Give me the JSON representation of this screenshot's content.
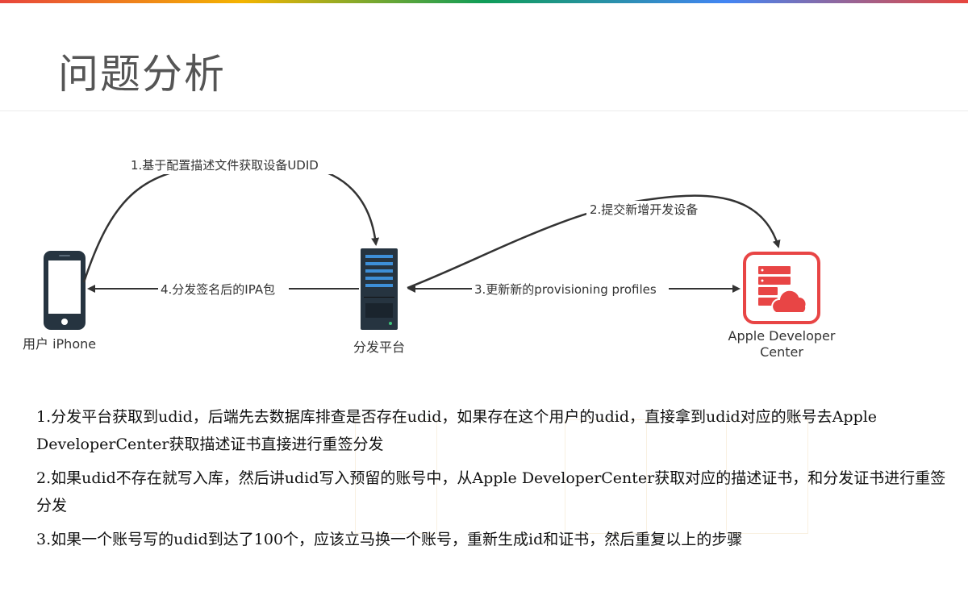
{
  "title": "问题分析",
  "diagram": {
    "nodes": {
      "iphone": {
        "label": "用户 iPhone"
      },
      "platform": {
        "label": "分发平台"
      },
      "apple": {
        "label_line1": "Apple Developer",
        "label_line2": "Center"
      }
    },
    "edges": {
      "e1": "1.基于配置描述文件获取设备UDID",
      "e2": "2.提交新增开发设备",
      "e3": "3.更新新的provisioning profiles",
      "e4": "4.分发签名后的IPA包"
    },
    "colors": {
      "apple_red": "#e84545",
      "server_dark": "#263440",
      "server_bar": "#3d8fd8",
      "arrow": "#333333"
    }
  },
  "steps": [
    "1.分发平台获取到udid，后端先去数据库排查是否存在udid，如果存在这个用户的udid，直接拿到udid对应的账号去Apple DeveloperCenter获取描述证书直接进行重签分发",
    "2.如果udid不存在就写入库，然后讲udid写入预留的账号中，从Apple DeveloperCenter获取对应的描述证书，和分发证书进行重签分发",
    "3.如果一个账号写的udid到达了100个，应该立马换一个账号，重新生成id和证书，然后重复以上的步骤"
  ]
}
